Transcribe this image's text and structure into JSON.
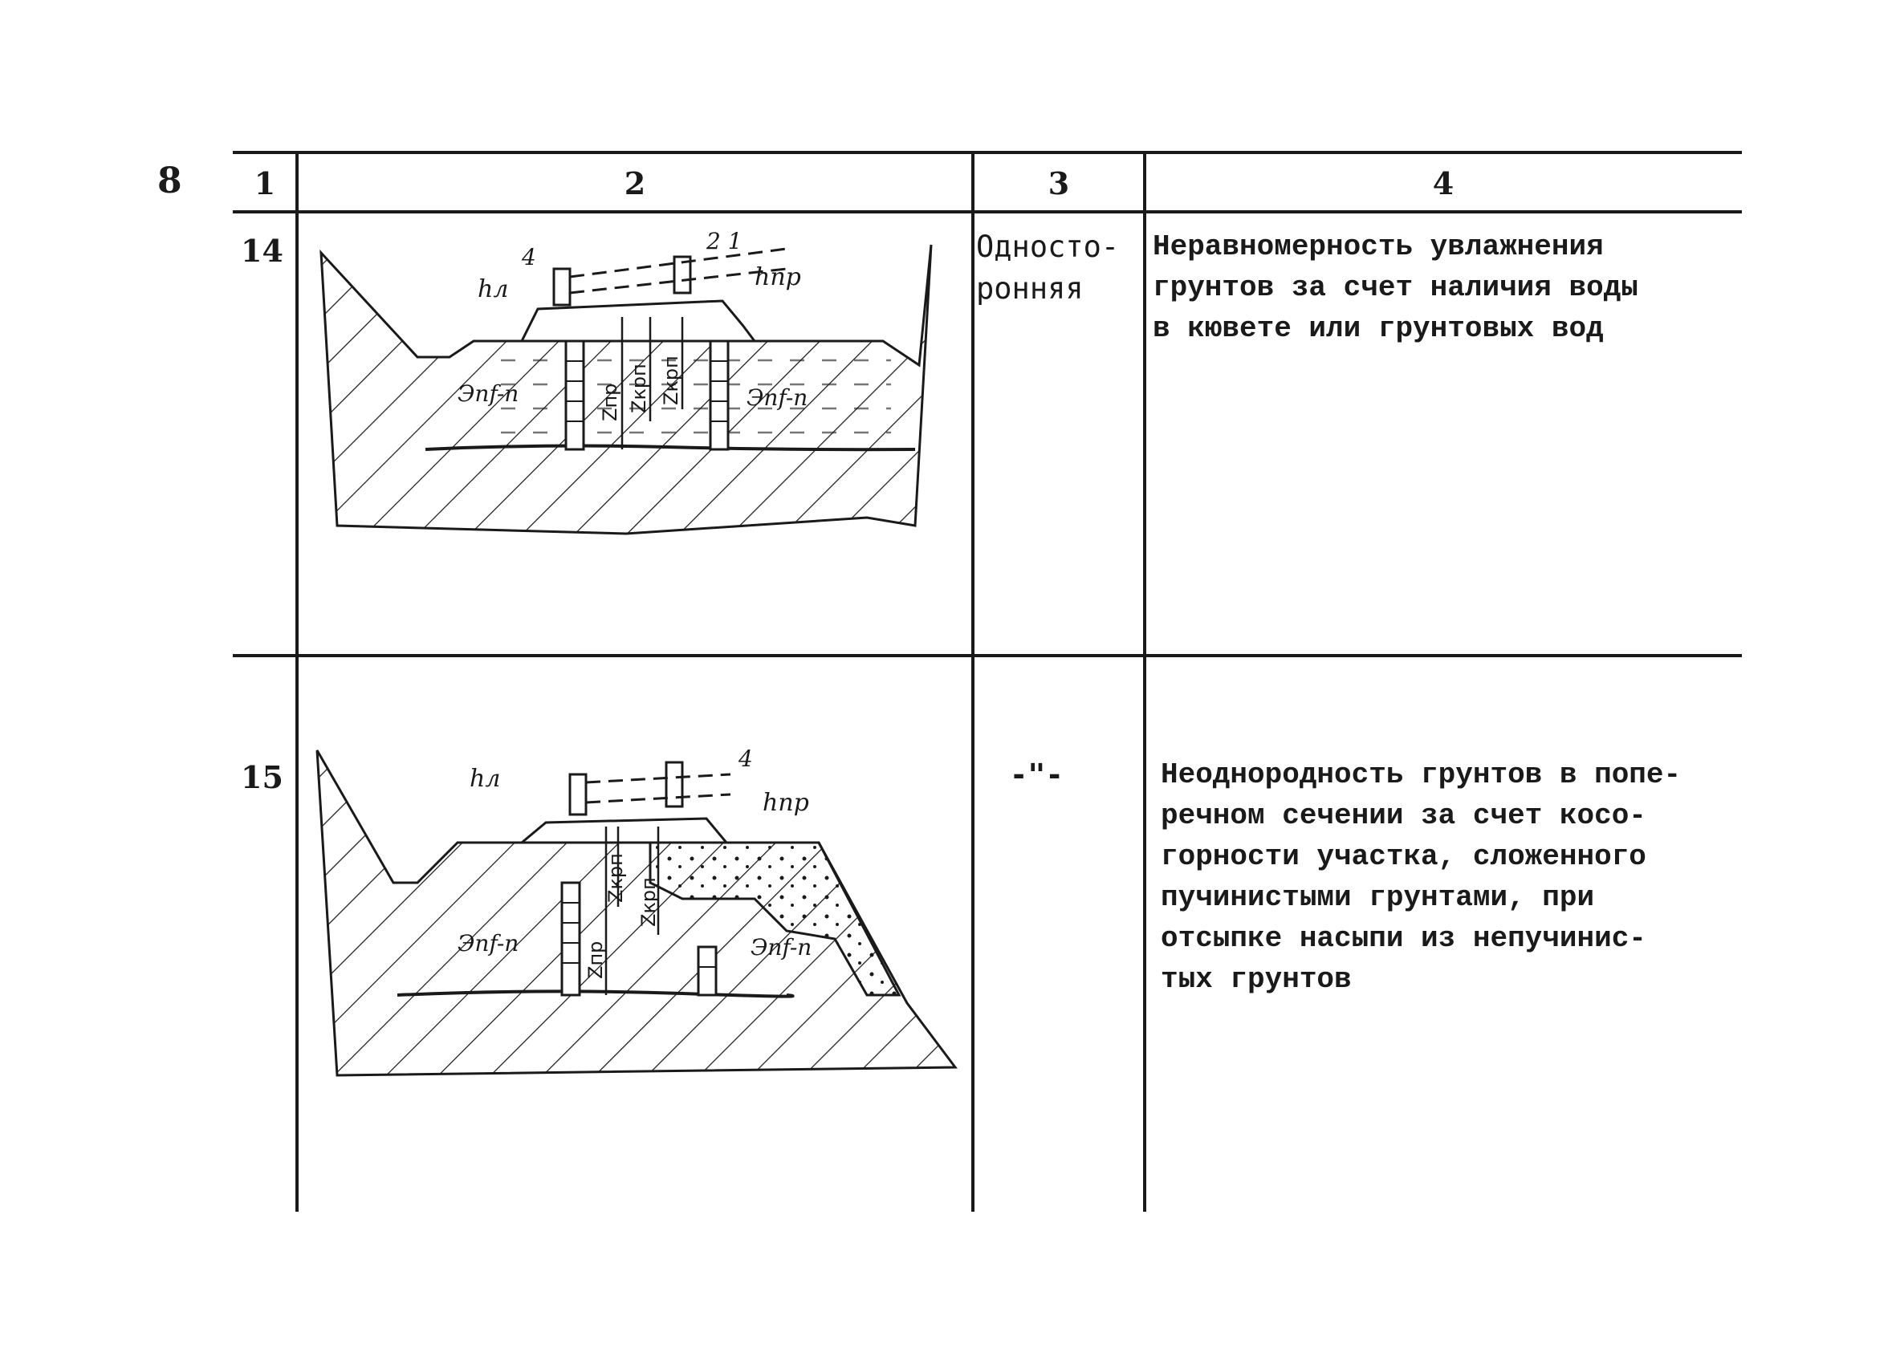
{
  "page_number": "8",
  "table": {
    "headers": [
      "1",
      "2",
      "3",
      "4"
    ],
    "rows": [
      {
        "number": "14",
        "type": "Односто-\nронняя",
        "description": "Неравномерность увлажнения\nгрунтов за счет наличия воды\nв кювете или грунтовых вод",
        "figure_labels": {
          "h_left": "hл",
          "h_right": "hпр",
          "n4": "4",
          "n21": "2 1",
          "e_left": "Эпf-п",
          "e_right": "Эпf-п",
          "z_pr": "Zпр",
          "z_krp1": "Zкрп",
          "z_krp2": "Zкрп"
        }
      },
      {
        "number": "15",
        "type": "-\"-",
        "description": "Неоднородность грунтов в попе-\nречном сечении за счет косо-\nгорности участка, сложенного\nпучинистыми грунтами, при\nотсыпке насыпи из непучинис-\nтых грунтов",
        "figure_labels": {
          "h_left": "hл",
          "h_right": "hпр",
          "n4": "4",
          "e_left": "Эпf-п",
          "e_right": "Эпf-п",
          "z_pr": "Zпр",
          "z_krp1": "Zкрп",
          "z_krp2": "Zкрп"
        }
      }
    ]
  }
}
